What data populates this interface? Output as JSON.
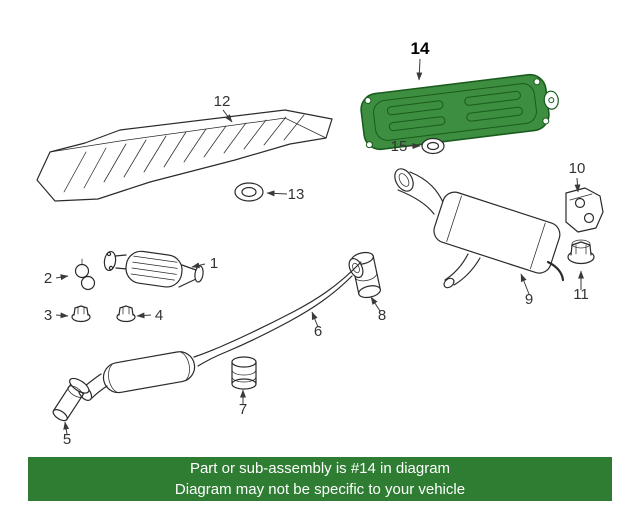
{
  "banner": {
    "line1": "Part or sub-assembly is #14 in diagram",
    "line2": "Diagram may not be specific to your vehicle",
    "bg_color": "#2e7d32",
    "text_color": "#ffffff"
  },
  "diagram": {
    "line_color": "#2b2b2b",
    "highlight_fill": "#3e8e41",
    "highlight_stroke": "#1a5c1d"
  },
  "callouts": [
    "1",
    "2",
    "3",
    "4",
    "5",
    "6",
    "7",
    "8",
    "9",
    "10",
    "11",
    "12",
    "13",
    "14",
    "15"
  ]
}
